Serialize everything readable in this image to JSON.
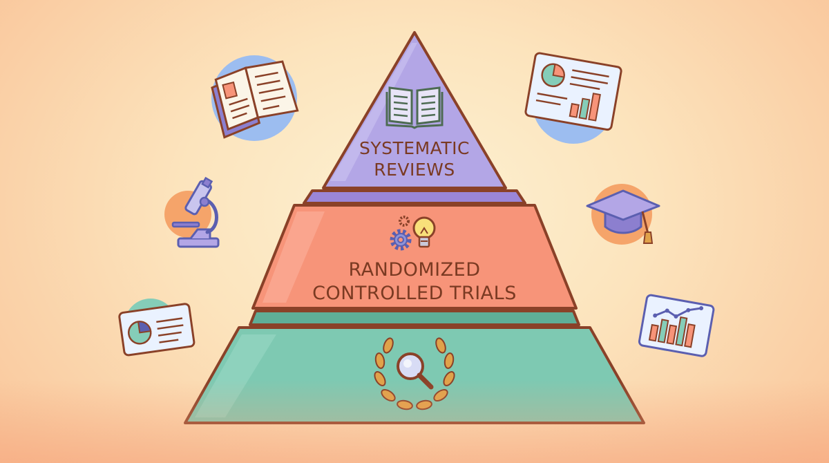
{
  "pyramid": {
    "top": {
      "label_line1": "SYSTEMATIC",
      "label_line2": "REVIEWS",
      "fill": "#b3a6e6",
      "icon": "open-book-icon"
    },
    "middle": {
      "label_line1": "RANDOMIZED",
      "label_line2": "CONTROLLED TRIALS",
      "fill": "#f79479",
      "icon": "gear-lightbulb-icon"
    },
    "bottom": {
      "label_line1": "",
      "label_line2": "",
      "fill": "#7ec9b2",
      "icon": "magnifier-laurel-icon"
    }
  },
  "decorations": {
    "left": [
      "open-book-icon",
      "microscope-icon",
      "pie-chart-card-icon"
    ],
    "right": [
      "pie-bar-report-icon",
      "graduation-cap-icon",
      "line-bar-chart-card-icon"
    ]
  },
  "colors": {
    "outline": "#8a4128",
    "accent_orange": "#f5a46a",
    "accent_blue": "#9cbdf0",
    "accent_teal": "#85cdb8",
    "accent_purple": "#b3a6e6",
    "card_fill": "#eaf2ff"
  }
}
